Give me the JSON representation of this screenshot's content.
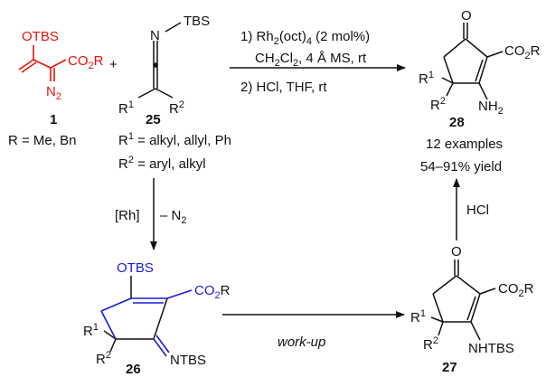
{
  "colors": {
    "reactant_highlight": "#e8120c",
    "intermediate_highlight": "#1a1ad6",
    "ink": "#111111"
  },
  "reactant1": {
    "otbs": "OTBS",
    "ester": "CO",
    "ester_sub": "2",
    "ester_r": "R",
    "n2": "N",
    "n2_sub": "2",
    "number": "1",
    "r_def": "R = Me, Bn"
  },
  "plus": "+",
  "reactant25": {
    "tbs": "TBS",
    "n": "N",
    "r1": "R",
    "r1_sup": "1",
    "r2": "R",
    "r2_sup": "2",
    "number": "25",
    "r1_def_r": "R",
    "r1_def_sup": "1",
    "r1_def_text": " = alkyl, allyl, Ph",
    "r2_def_r": "R",
    "r2_def_sup": "2",
    "r2_def_text": " = aryl, alkyl"
  },
  "conditions_main": {
    "step1_a": "1) Rh",
    "step1_sub": "2",
    "step1_b": "(oct)",
    "step1_sub2": "4",
    "step1_c": " (2 mol%)",
    "solvent_a": "CH",
    "solvent_sub1": "2",
    "solvent_b": "Cl",
    "solvent_sub2": "2",
    "solvent_c": ", 4 Å MS, rt",
    "step2": "2) HCl, THF, rt"
  },
  "product28": {
    "o": "O",
    "ester": "CO",
    "ester_sub": "2",
    "ester_r": "R",
    "r1": "R",
    "r1_sup": "1",
    "r2": "R",
    "r2_sup": "2",
    "nh2": "NH",
    "nh2_sub": "2",
    "number": "28",
    "examples": "12 examples",
    "yield": "54–91% yield"
  },
  "arrow_down_labels": {
    "rh": "[Rh]",
    "n2": "– N",
    "n2_sub": "2"
  },
  "intermediate26": {
    "otbs": "OTBS",
    "ester": "CO",
    "ester_sub": "2",
    "ester_r": "R",
    "r1": "R",
    "r1_sup": "1",
    "r2": "R",
    "r2_sup": "2",
    "imine": "NTBS",
    "number": "26"
  },
  "arrow_right_label": "work-up",
  "intermediate27": {
    "o": "O",
    "ester": "CO",
    "ester_sub": "2",
    "ester_r": "R",
    "r1": "R",
    "r1_sup": "1",
    "r2": "R",
    "r2_sup": "2",
    "amine": "NHTBS",
    "number": "27"
  },
  "arrow_up_label": "HCl"
}
